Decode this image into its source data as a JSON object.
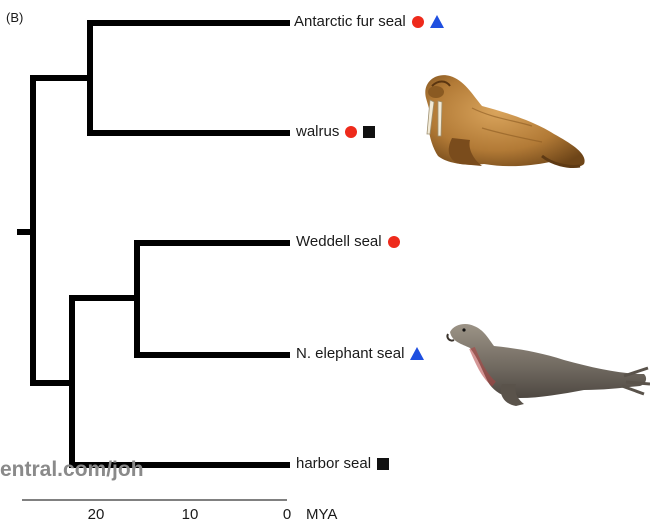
{
  "panel_label": "(B)",
  "taxa": [
    {
      "name": "Antarctic fur seal",
      "markers": [
        "red-circle",
        "blue-triangle"
      ]
    },
    {
      "name": "walrus",
      "markers": [
        "red-circle",
        "black-square"
      ]
    },
    {
      "name": "Weddell seal",
      "markers": [
        "red-circle"
      ]
    },
    {
      "name": "N. elephant seal",
      "markers": [
        "blue-triangle"
      ]
    },
    {
      "name": "harbor seal",
      "markers": [
        "black-square"
      ]
    }
  ],
  "axis": {
    "ticks": [
      "20",
      "10",
      "0"
    ],
    "unit": "MYA"
  },
  "watermark": "entral.com/joh",
  "colors": {
    "red_marker": "#ee2a1b",
    "blue_marker": "#1f4fe0",
    "black_marker": "#111111",
    "branches": "#000000"
  }
}
